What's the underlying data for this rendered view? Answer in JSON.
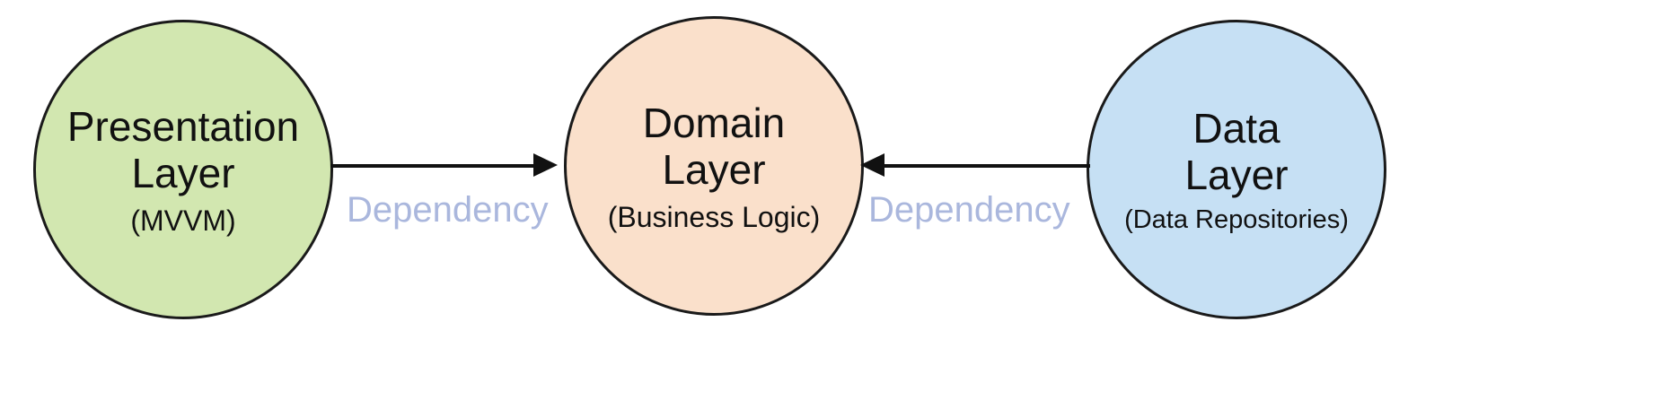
{
  "diagram": {
    "type": "clean-architecture-dependency-diagram",
    "background_color": "#ffffff",
    "nodes": [
      {
        "id": "presentation",
        "title": "Presentation\nLayer",
        "subtitle": "(MVVM)",
        "fill_color": "#d2e7b0",
        "stroke_color": "#1a1a1a"
      },
      {
        "id": "domain",
        "title": "Domain\nLayer",
        "subtitle": "(Business Logic)",
        "fill_color": "#fae0cb",
        "stroke_color": "#1a1a1a"
      },
      {
        "id": "data",
        "title": "Data\nLayer",
        "subtitle": "(Data Repositories)",
        "fill_color": "#c6e0f4",
        "stroke_color": "#1a1a1a"
      }
    ],
    "edges": [
      {
        "id": "presentation-to-domain",
        "label": "Dependency",
        "from": "presentation",
        "to": "domain",
        "direction": "right",
        "label_color": "#aab7dd",
        "line_color": "#111111"
      },
      {
        "id": "data-to-domain",
        "label": "Dependency",
        "from": "data",
        "to": "domain",
        "direction": "left",
        "label_color": "#aab7dd",
        "line_color": "#111111"
      }
    ]
  }
}
